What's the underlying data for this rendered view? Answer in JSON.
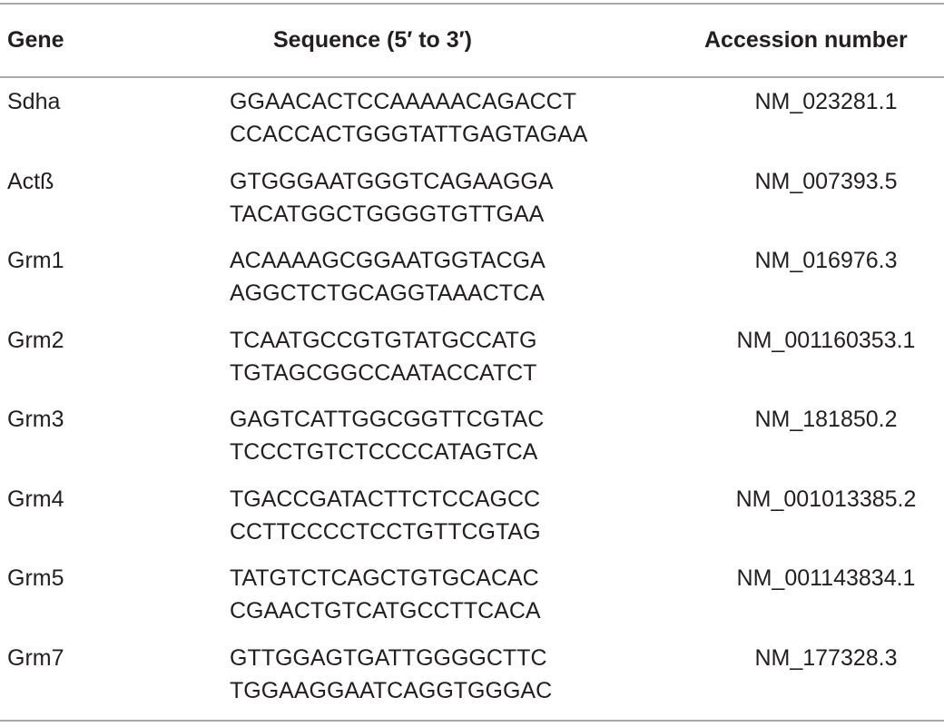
{
  "headers": {
    "gene": "Gene",
    "sequence": "Sequence (5′ to 3′)",
    "accession": "Accession number"
  },
  "rows": [
    {
      "gene": "Sdha",
      "seq1": "GGAACACTCCAAAAACAGACCT",
      "seq2": "CCACCACTGGGTATTGAGTAGAA",
      "accession": "NM_023281.1"
    },
    {
      "gene": "Actß",
      "seq1": "GTGGGAATGGGTCAGAAGGA",
      "seq2": "TACATGGCTGGGGTGTTGAA",
      "accession": "NM_007393.5"
    },
    {
      "gene": "Grm1",
      "seq1": "ACAAAAGCGGAATGGTACGA",
      "seq2": "AGGCTCTGCAGGTAAACTCA",
      "accession": "NM_016976.3"
    },
    {
      "gene": "Grm2",
      "seq1": "TCAATGCCGTGTATGCCATG",
      "seq2": "TGTAGCGGCCAATACCATCT",
      "accession": "NM_001160353.1"
    },
    {
      "gene": "Grm3",
      "seq1": "GAGTCATTGGCGGTTCGTAC",
      "seq2": "TCCCTGTCTCCCCATAGTCA",
      "accession": "NM_181850.2"
    },
    {
      "gene": "Grm4",
      "seq1": "TGACCGATACTTCTCCAGCC",
      "seq2": "CCTTCCCCTCCTGTTCGTAG",
      "accession": "NM_001013385.2"
    },
    {
      "gene": "Grm5",
      "seq1": "TATGTCTCAGCTGTGCACAC",
      "seq2": "CGAACTGTCATGCCTTCACA",
      "accession": "NM_001143834.1"
    },
    {
      "gene": "Grm7",
      "seq1": "GTTGGAGTGATTGGGGCTTC",
      "seq2": "TGGAAGGAATCAGGTGGGAC",
      "accession": "NM_177328.3"
    }
  ]
}
